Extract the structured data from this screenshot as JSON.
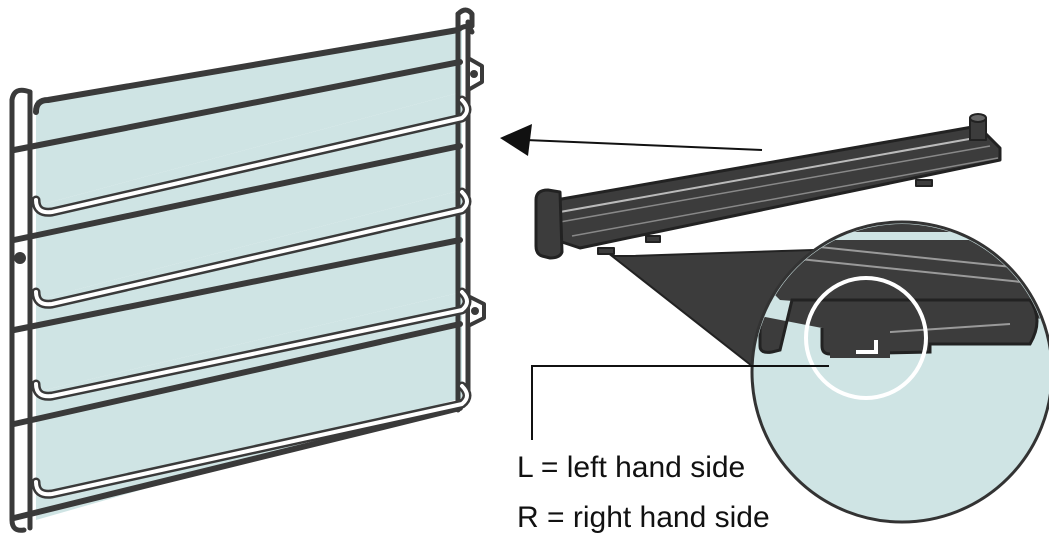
{
  "diagram": {
    "legend": {
      "left_label": "L = left hand side",
      "right_label": "R = right hand side"
    },
    "detail_marking": "L",
    "colors": {
      "outline": "#3a3a3a",
      "glass_fill": "#cfe4e4",
      "rail_fill": "#3c3c3c",
      "detail_fill": "#cfe4e4",
      "rod_highlight": "#ffffff"
    },
    "icons": [
      "arrow-left-icon"
    ]
  }
}
